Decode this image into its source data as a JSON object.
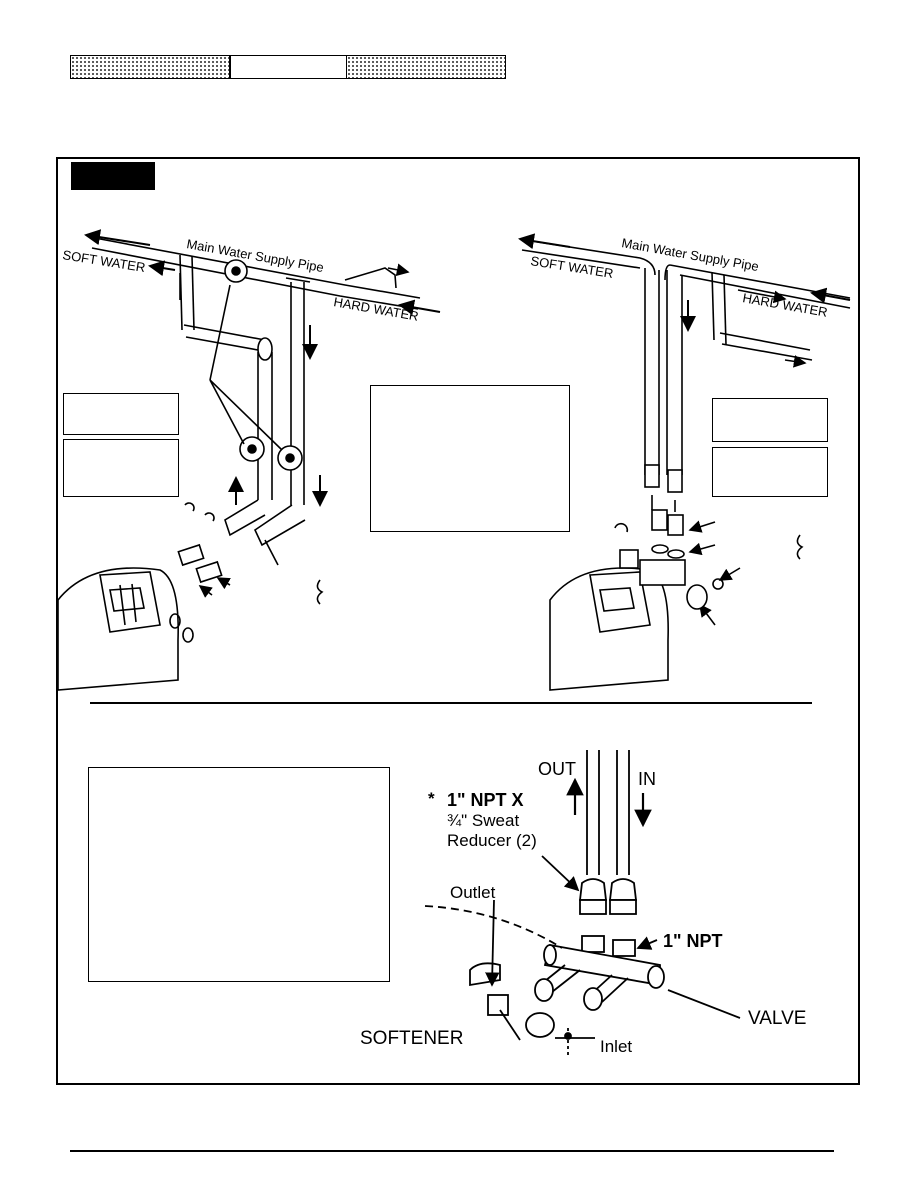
{
  "diagram_left": {
    "pipe_label": "Main Water Supply Pipe",
    "soft_label": "SOFT WATER",
    "hard_label": "HARD WATER"
  },
  "diagram_right": {
    "pipe_label": "Main Water Supply Pipe",
    "soft_label": "SOFT WATER",
    "hard_label": "HARD WATER"
  },
  "diagram_bottom": {
    "out_label": "OUT",
    "in_label": "IN",
    "reducer_star": "*",
    "reducer_line1": "1\" NPT X",
    "reducer_line2": "¾\" Sweat",
    "reducer_line3": "Reducer (2)",
    "npt_label": "1\" NPT",
    "outlet_label": "Outlet",
    "inlet_label": "Inlet",
    "valve_label": "VALVE",
    "softener_label": "SOFTENER"
  }
}
